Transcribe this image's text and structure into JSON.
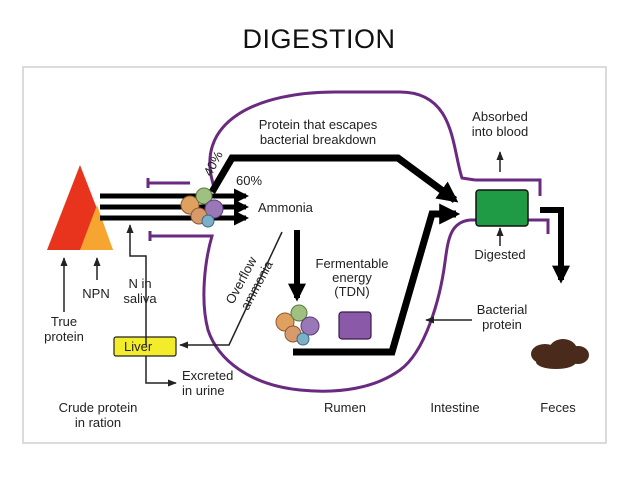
{
  "title": "DIGESTION",
  "labels": {
    "protein_escapes_1": "Protein that escapes",
    "protein_escapes_2": "bacterial breakdown",
    "pct_40": "40%",
    "pct_60": "60%",
    "ammonia": "Ammonia",
    "absorbed_1": "Absorbed",
    "absorbed_2": "into blood",
    "digested": "Digested",
    "fermentable_1": "Fermentable",
    "fermentable_2": "energy",
    "fermentable_3": "(TDN)",
    "overflow_1": "Overflow",
    "overflow_2": "ammonia",
    "bacterial_1": "Bacterial",
    "bacterial_2": "protein",
    "npn": "NPN",
    "n_in_1": "N in",
    "n_in_2": "saliva",
    "true_1": "True",
    "true_2": "protein",
    "liver": "Liver",
    "excreted_1": "Excreted",
    "excreted_2": "in urine",
    "crude_1": "Crude protein",
    "crude_2": "in ration",
    "rumen": "Rumen",
    "intestine": "Intestine",
    "feces": "Feces"
  },
  "colors": {
    "true_protein": "#e8341c",
    "npn": "#f7a531",
    "rumen_outline": "#6a2a80",
    "digested_box": "#1f9a45",
    "liver_box": "#f3ec2a",
    "tdn_box": "#8a5aa8",
    "feces": "#4a2a1a",
    "arrow": "#000000"
  }
}
